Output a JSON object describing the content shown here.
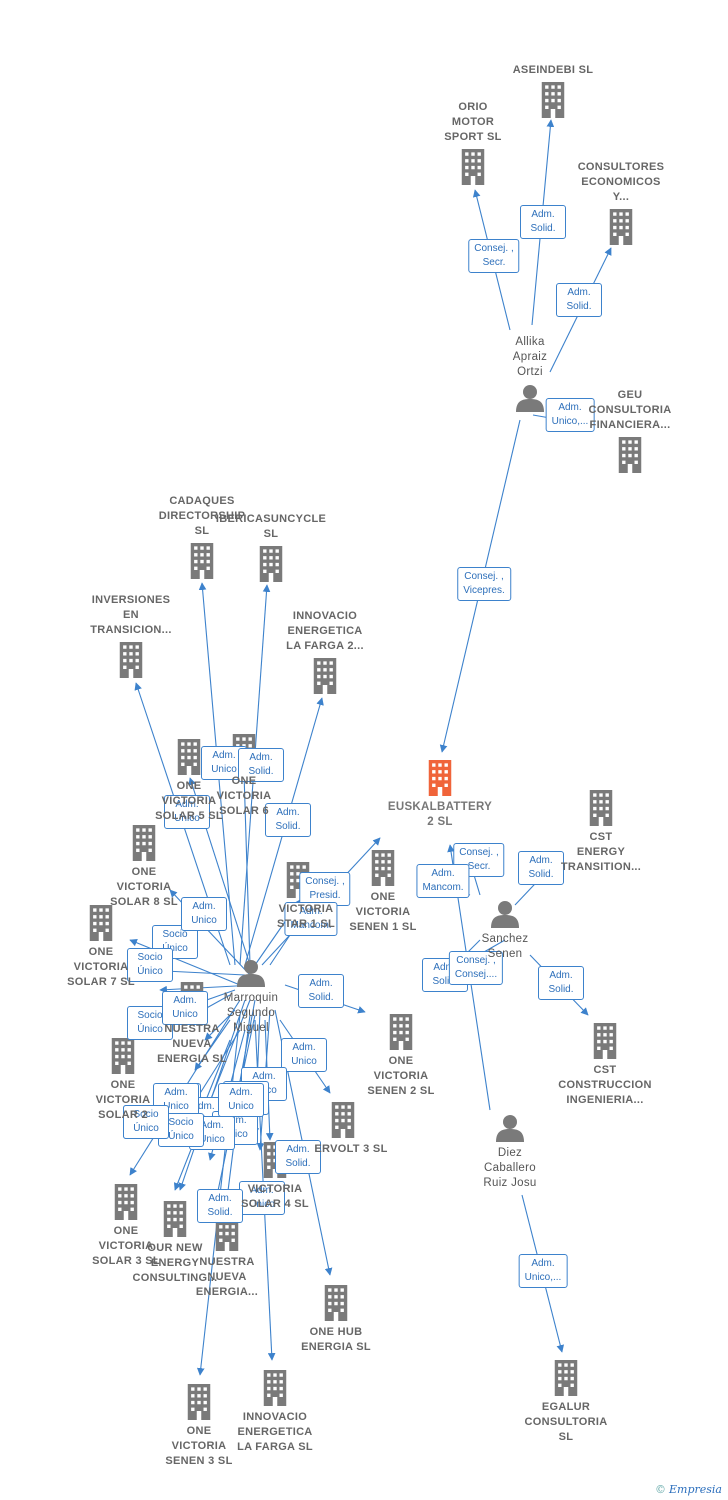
{
  "colors": {
    "edge": "#3d82cc",
    "company": "#7a7a7a",
    "focus": "#f0643a",
    "person": "#7a7a7a"
  },
  "credit": {
    "symbol": "©",
    "brand": "Empresia"
  },
  "nodes": [
    {
      "id": "aseindebi",
      "type": "company",
      "label": "ASEINDEBI SL"
    },
    {
      "id": "orio",
      "type": "company",
      "label": "ORIO\nMOTOR\nSPORT  SL"
    },
    {
      "id": "consultores",
      "type": "company",
      "label": "CONSULTORES\nECONOMICOS\nY..."
    },
    {
      "id": "allika",
      "type": "person",
      "label": "Allika\nApraiz\nOrtzi"
    },
    {
      "id": "geu",
      "type": "company",
      "label": "GEU\nCONSULTORIA\nFINANCIERA..."
    },
    {
      "id": "cadaques",
      "type": "company",
      "label": "CADAQUES\nDIRECTORSHIP\nSL"
    },
    {
      "id": "ibericasun",
      "type": "company",
      "label": "IBERICASUNCYCLE\nSL"
    },
    {
      "id": "inversiones",
      "type": "company",
      "label": "INVERSIONES\nEN\nTRANSICION..."
    },
    {
      "id": "innovacio2",
      "type": "company",
      "label": "INNOVACIO\nENERGETICA\nLA FARGA 2..."
    },
    {
      "id": "euskalbattery",
      "type": "focus",
      "label": "EUSKALBATTERY\n2  SL"
    },
    {
      "id": "cstenergy",
      "type": "company",
      "label": "CST\nENERGY\nTRANSITION..."
    },
    {
      "id": "ovs5",
      "type": "company",
      "label": "ONE\nVICTORIA\nSOLAR 5  SL"
    },
    {
      "id": "ovs6",
      "type": "company",
      "label": "ONE\nVICTORIA\nSOLAR 6"
    },
    {
      "id": "ovs8",
      "type": "company",
      "label": "ONE\nVICTORIA\nSOLAR 8  SL"
    },
    {
      "id": "ovs7",
      "type": "company",
      "label": "ONE\nVICTORIA\nSOLAR 7  SL"
    },
    {
      "id": "ovstar1",
      "type": "company",
      "label": "VICTORIA\nSTAR 1  SL"
    },
    {
      "id": "ovsenen1",
      "type": "company",
      "label": "ONE\nVICTORIA\nSENEN 1  SL"
    },
    {
      "id": "sanchez",
      "type": "person",
      "label": "Sanchez\nSenen"
    },
    {
      "id": "marroquin",
      "type": "person",
      "label": "Marroquin\nSegundo\nMiguel"
    },
    {
      "id": "nuestra1",
      "type": "company",
      "label": "NUESTRA\nNUEVA\nENERGIA  SL"
    },
    {
      "id": "ovs2",
      "type": "company",
      "label": "ONE\nVICTORIA\nSOLAR 2"
    },
    {
      "id": "ovsenen2",
      "type": "company",
      "label": "ONE\nVICTORIA\nSENEN 2  SL"
    },
    {
      "id": "cstconst",
      "type": "company",
      "label": "CST\nCONSTRUCCION\nINGENIERIA..."
    },
    {
      "id": "ervolt3",
      "type": "company",
      "label": "ERVOLT 3  SL"
    },
    {
      "id": "diez",
      "type": "person",
      "label": "Diez\nCaballero\nRuiz Josu"
    },
    {
      "id": "ovs4",
      "type": "company",
      "label": "VICTORIA\nSOLAR 4  SL"
    },
    {
      "id": "ovs3",
      "type": "company",
      "label": "ONE\nVICTORIA\nSOLAR 3  SL"
    },
    {
      "id": "ournew",
      "type": "company",
      "label": "OUR NEW\nENERGY\nCONSULTING..."
    },
    {
      "id": "nuestra2",
      "type": "company",
      "label": "NUESTRA\nNUEVA\nENERGIA..."
    },
    {
      "id": "onehub",
      "type": "company",
      "label": "ONE HUB\nENERGIA  SL"
    },
    {
      "id": "egalur",
      "type": "company",
      "label": "EGALUR\nCONSULTORIA\nSL"
    },
    {
      "id": "ovsenen3",
      "type": "company",
      "label": "ONE\nVICTORIA\nSENEN 3  SL"
    },
    {
      "id": "innovacio1",
      "type": "company",
      "label": "INNOVACIO\nENERGETICA\nLA FARGA  SL"
    }
  ],
  "edge_labels": [
    "Consej. ,\nSecr.",
    "Adm.\nSolid.",
    "Adm.\nSolid.",
    "Adm.\nUnico,...",
    "Consej. ,\nVicepres.",
    "Adm.\nUnico",
    "Adm.\nSolid.",
    "Adm.\nSolid.",
    "Adm.\nUnico",
    "Consej. ,\nPresid.",
    "Adm.\nMancom.",
    "Consej. ,\nSecr.",
    "Adm.\nMancom.",
    "Adm.\nSolid.",
    "Adm.\nSolid.",
    "Consej. ,\nConsej....",
    "Adm.\nSolid.",
    "Adm.\nSolid.",
    "Adm.\nUnico",
    "Adm.\nUnico",
    "Socio\nÚnico",
    "Adm.\nUnico",
    "Socio\nÚnico",
    "Socio\nÚnico",
    "Adm.\nUnico",
    "Socio\nÚnico",
    "Adm.\nUnico",
    "Adm.\nUnico",
    "Adm.\nUnico",
    "Adm.\nUnico",
    "Adm.\nSolid.",
    "Adm.\nUnico",
    "Adm.\nSolid.",
    "Adm.\nUnico",
    "Adm.\nUnico",
    "Socio\nÚnico",
    "Adm.\nUnico",
    "Socio\nÚnico",
    "Adm.\nUnico,..."
  ]
}
